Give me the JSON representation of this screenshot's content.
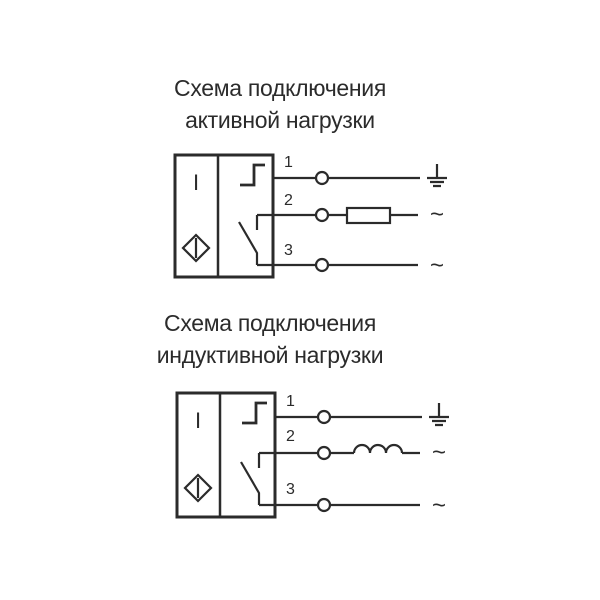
{
  "diagrams": [
    {
      "title_line1": "Схема подключения",
      "title_line2": "активной нагрузки",
      "pins": [
        "1",
        "2",
        "3"
      ],
      "load": "resistor",
      "terminals": [
        "ground",
        "~",
        "~"
      ]
    },
    {
      "title_line1": "Схема подключения",
      "title_line2": "индуктивной нагрузки",
      "pins": [
        "1",
        "2",
        "3"
      ],
      "load": "inductor",
      "terminals": [
        "ground",
        "~",
        "~"
      ]
    }
  ],
  "sensor_label": "I"
}
